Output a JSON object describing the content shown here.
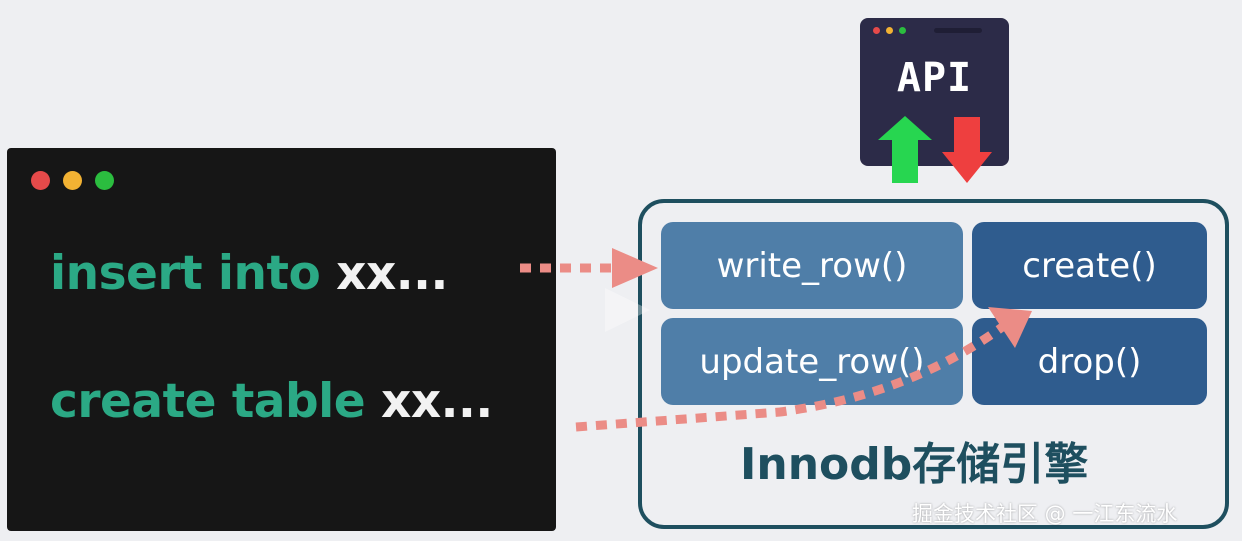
{
  "code_panel": {
    "lines": [
      {
        "keyword": "insert into",
        "object": "xx..."
      },
      {
        "keyword": "create table",
        "object": "xx..."
      }
    ],
    "colors": {
      "background": "#161616",
      "keyword": "#2ba985",
      "object": "#f2f2f2"
    },
    "window_dots": [
      "#e64a4a",
      "#f2b233",
      "#2bbd3f"
    ]
  },
  "api": {
    "label": "API",
    "up_arrow_color": "#27d650",
    "down_arrow_color": "#ee3f3f",
    "window_color": "#2c2b48"
  },
  "engine": {
    "title": "Innodb存储引擎",
    "functions": {
      "write_row": "write_row()",
      "create": "create()",
      "update_row": "update_row()",
      "drop": "drop()"
    },
    "colors": {
      "border": "#1e4f5f",
      "box_light": "#4f7ea8",
      "box_dark": "#2f5c8e"
    }
  },
  "connectors": {
    "color": "#eb8c86"
  },
  "watermark": "掘金技术社区 @ 一江东流水",
  "icons": [
    "play-icon"
  ]
}
